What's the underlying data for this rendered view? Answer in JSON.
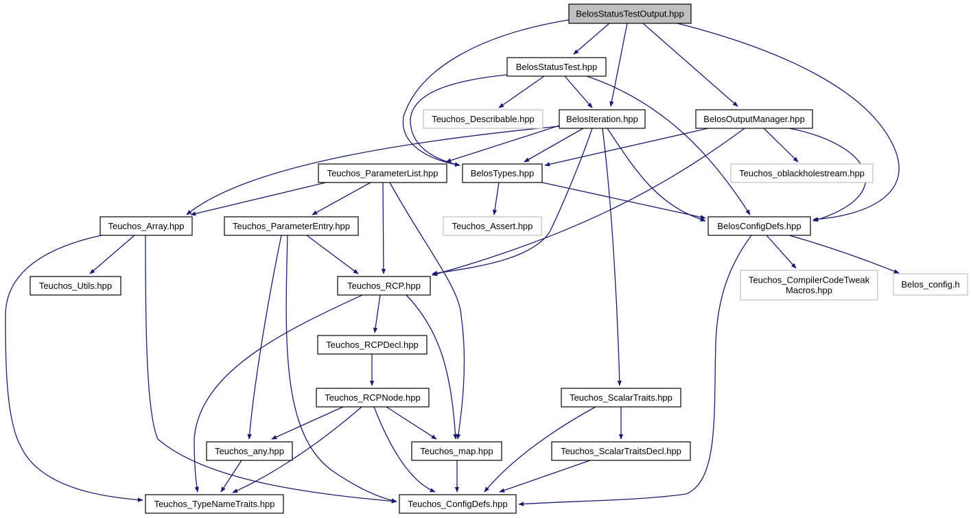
{
  "colors": {
    "edge": "#191970",
    "node_border": "#000000",
    "node_fill": "#ffffff",
    "root_fill": "#bfbfbf",
    "external_border": "#bfbfbf",
    "text": "#000000"
  },
  "nodes": {
    "root": {
      "label": "BelosStatusTestOutput.hpp",
      "kind": "root"
    },
    "statustest": {
      "label": "BelosStatusTest.hpp",
      "kind": "normal"
    },
    "describable": {
      "label": "Teuchos_Describable.hpp",
      "kind": "external"
    },
    "iteration": {
      "label": "BelosIteration.hpp",
      "kind": "normal"
    },
    "outputmanager": {
      "label": "BelosOutputManager.hpp",
      "kind": "normal"
    },
    "paramlist": {
      "label": "Teuchos_ParameterList.hpp",
      "kind": "normal"
    },
    "belostypes": {
      "label": "BelosTypes.hpp",
      "kind": "normal"
    },
    "oblackhole": {
      "label": "Teuchos_oblackholestream.hpp",
      "kind": "external"
    },
    "array": {
      "label": "Teuchos_Array.hpp",
      "kind": "normal"
    },
    "paramentry": {
      "label": "Teuchos_ParameterEntry.hpp",
      "kind": "normal"
    },
    "assert": {
      "label": "Teuchos_Assert.hpp",
      "kind": "external"
    },
    "configdefs_belos": {
      "label": "BelosConfigDefs.hpp",
      "kind": "normal"
    },
    "utils": {
      "label": "Teuchos_Utils.hpp",
      "kind": "normal"
    },
    "rcp": {
      "label": "Teuchos_RCP.hpp",
      "kind": "normal"
    },
    "compilertweak": {
      "label": "Teuchos_CompilerCodeTweak\nMacros.hpp",
      "kind": "external"
    },
    "belosconfig": {
      "label": "Belos_config.h",
      "kind": "external"
    },
    "rcpdecl": {
      "label": "Teuchos_RCPDecl.hpp",
      "kind": "normal"
    },
    "rcpnode": {
      "label": "Teuchos_RCPNode.hpp",
      "kind": "normal"
    },
    "scalartraits": {
      "label": "Teuchos_ScalarTraits.hpp",
      "kind": "normal"
    },
    "any": {
      "label": "Teuchos_any.hpp",
      "kind": "normal"
    },
    "map": {
      "label": "Teuchos_map.hpp",
      "kind": "normal"
    },
    "scalartraitsdecl": {
      "label": "Teuchos_ScalarTraitsDecl.hpp",
      "kind": "normal"
    },
    "typenametraits": {
      "label": "Teuchos_TypeNameTraits.hpp",
      "kind": "normal"
    },
    "configdefs_teuchos": {
      "label": "Teuchos_ConfigDefs.hpp",
      "kind": "normal"
    }
  },
  "edges": [
    [
      "root",
      "statustest"
    ],
    [
      "root",
      "iteration"
    ],
    [
      "root",
      "outputmanager"
    ],
    [
      "root",
      "belostypes"
    ],
    [
      "root",
      "configdefs_belos"
    ],
    [
      "statustest",
      "describable"
    ],
    [
      "statustest",
      "iteration"
    ],
    [
      "statustest",
      "belostypes"
    ],
    [
      "statustest",
      "configdefs_belos"
    ],
    [
      "iteration",
      "paramlist"
    ],
    [
      "iteration",
      "belostypes"
    ],
    [
      "iteration",
      "array"
    ],
    [
      "iteration",
      "rcp"
    ],
    [
      "iteration",
      "configdefs_belos"
    ],
    [
      "iteration",
      "scalartraits"
    ],
    [
      "outputmanager",
      "belostypes"
    ],
    [
      "outputmanager",
      "oblackhole"
    ],
    [
      "outputmanager",
      "configdefs_belos"
    ],
    [
      "outputmanager",
      "rcp"
    ],
    [
      "paramlist",
      "array"
    ],
    [
      "paramlist",
      "paramentry"
    ],
    [
      "paramlist",
      "rcp"
    ],
    [
      "paramlist",
      "map"
    ],
    [
      "belostypes",
      "assert"
    ],
    [
      "belostypes",
      "configdefs_belos"
    ],
    [
      "array",
      "utils"
    ],
    [
      "array",
      "typenametraits"
    ],
    [
      "array",
      "configdefs_teuchos"
    ],
    [
      "paramentry",
      "rcp"
    ],
    [
      "paramentry",
      "any"
    ],
    [
      "paramentry",
      "configdefs_teuchos"
    ],
    [
      "configdefs_belos",
      "compilertweak"
    ],
    [
      "configdefs_belos",
      "belosconfig"
    ],
    [
      "configdefs_belos",
      "configdefs_teuchos"
    ],
    [
      "rcp",
      "rcpdecl"
    ],
    [
      "rcp",
      "map"
    ],
    [
      "rcp",
      "typenametraits"
    ],
    [
      "rcpdecl",
      "rcpnode"
    ],
    [
      "rcpnode",
      "any"
    ],
    [
      "rcpnode",
      "map"
    ],
    [
      "rcpnode",
      "typenametraits"
    ],
    [
      "rcpnode",
      "configdefs_teuchos"
    ],
    [
      "scalartraits",
      "scalartraitsdecl"
    ],
    [
      "scalartraits",
      "configdefs_teuchos"
    ],
    [
      "any",
      "typenametraits"
    ],
    [
      "map",
      "configdefs_teuchos"
    ],
    [
      "scalartraitsdecl",
      "configdefs_teuchos"
    ]
  ]
}
